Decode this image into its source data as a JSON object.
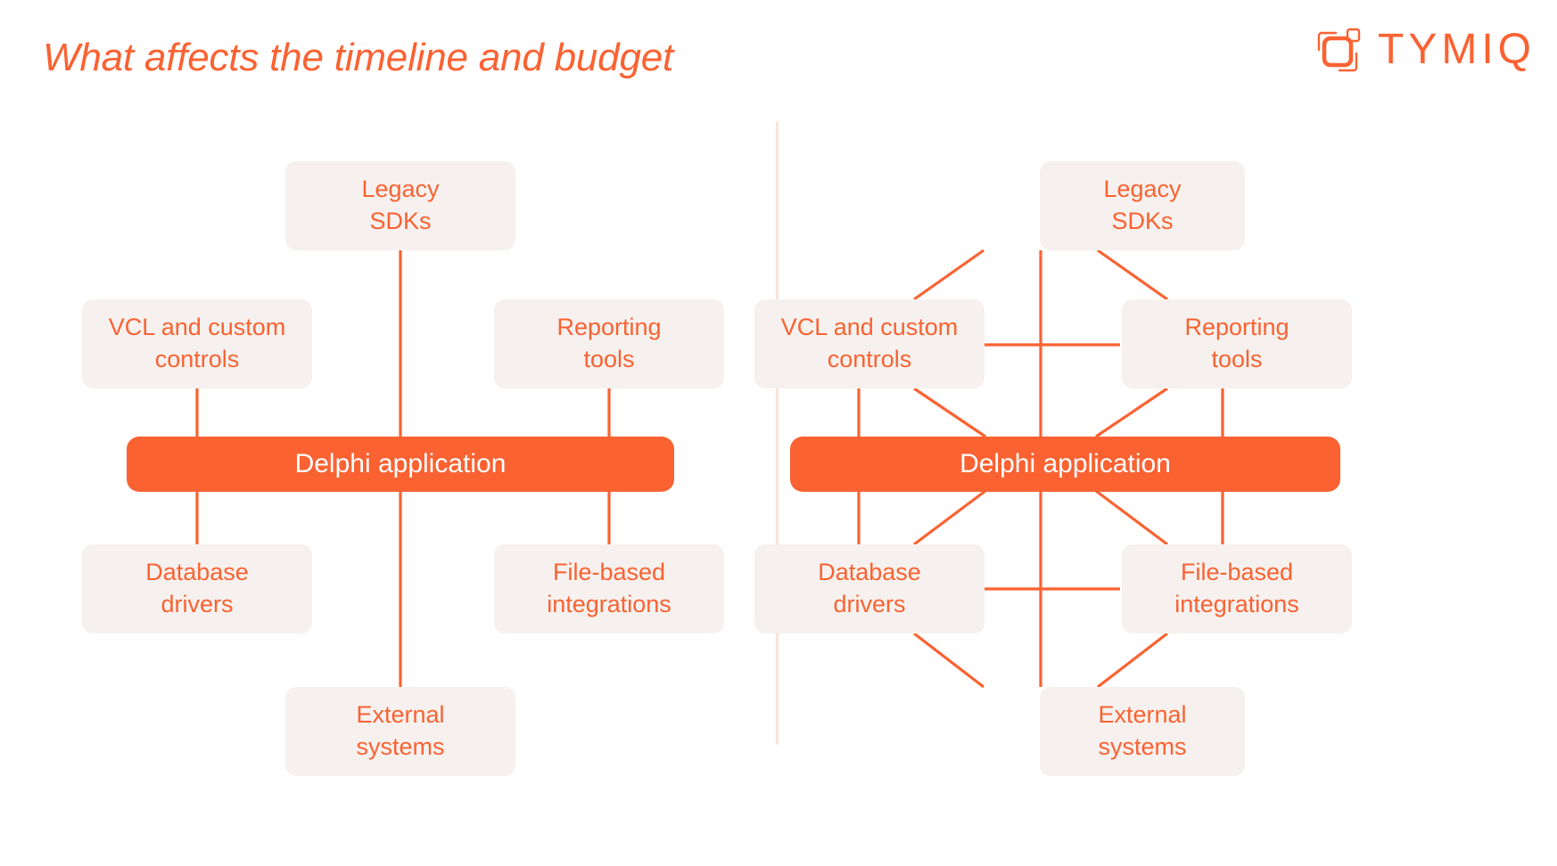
{
  "header": {
    "title": "What affects the timeline and budget",
    "logo_text": "TYMIQ",
    "logo_mark_name": "tymiq-square-mark"
  },
  "colors": {
    "accent": "#FA6232",
    "node_fill": "#F6F1EE",
    "divider": "#FBE3DA",
    "center_text": "#FFFFFF",
    "background": "#FFFFFF"
  },
  "diagrams": [
    {
      "id": "simple-dependencies",
      "nodes": {
        "legacy_sdks": "Legacy\nSDKs",
        "legacy_sdks_l1": "Legacy",
        "legacy_sdks_l2": "SDKs",
        "vcl_l1": "VCL and custom",
        "vcl_l2": "controls",
        "reporting_l1": "Reporting",
        "reporting_l2": "tools",
        "center": "Delphi application",
        "database_l1": "Database",
        "database_l2": "drivers",
        "filebased_l1": "File-based",
        "filebased_l2": "integrations",
        "external_l1": "External",
        "external_l2": "systems"
      },
      "edges": [
        {
          "from": "legacy_sdks",
          "to": "center"
        },
        {
          "from": "vcl",
          "to": "center"
        },
        {
          "from": "reporting",
          "to": "center"
        },
        {
          "from": "center",
          "to": "database"
        },
        {
          "from": "center",
          "to": "filebased"
        },
        {
          "from": "center",
          "to": "external"
        }
      ]
    },
    {
      "id": "interconnected-dependencies",
      "nodes": {
        "legacy_sdks_l1": "Legacy",
        "legacy_sdks_l2": "SDKs",
        "vcl_l1": "VCL and custom",
        "vcl_l2": "controls",
        "reporting_l1": "Reporting",
        "reporting_l2": "tools",
        "center": "Delphi application",
        "database_l1": "Database",
        "database_l2": "drivers",
        "filebased_l1": "File-based",
        "filebased_l2": "integrations",
        "external_l1": "External",
        "external_l2": "systems"
      },
      "edges": [
        {
          "from": "legacy_sdks",
          "to": "center"
        },
        {
          "from": "legacy_sdks",
          "to": "vcl"
        },
        {
          "from": "legacy_sdks",
          "to": "reporting"
        },
        {
          "from": "vcl",
          "to": "reporting"
        },
        {
          "from": "vcl",
          "to": "center"
        },
        {
          "from": "reporting",
          "to": "center"
        },
        {
          "from": "vcl",
          "to": "center-diagonal"
        },
        {
          "from": "reporting",
          "to": "center-diagonal"
        },
        {
          "from": "center",
          "to": "database"
        },
        {
          "from": "center",
          "to": "filebased"
        },
        {
          "from": "center",
          "to": "external"
        },
        {
          "from": "center",
          "to": "database-diagonal"
        },
        {
          "from": "center",
          "to": "filebased-diagonal"
        },
        {
          "from": "database",
          "to": "filebased"
        },
        {
          "from": "database",
          "to": "external"
        },
        {
          "from": "filebased",
          "to": "external"
        }
      ]
    }
  ]
}
